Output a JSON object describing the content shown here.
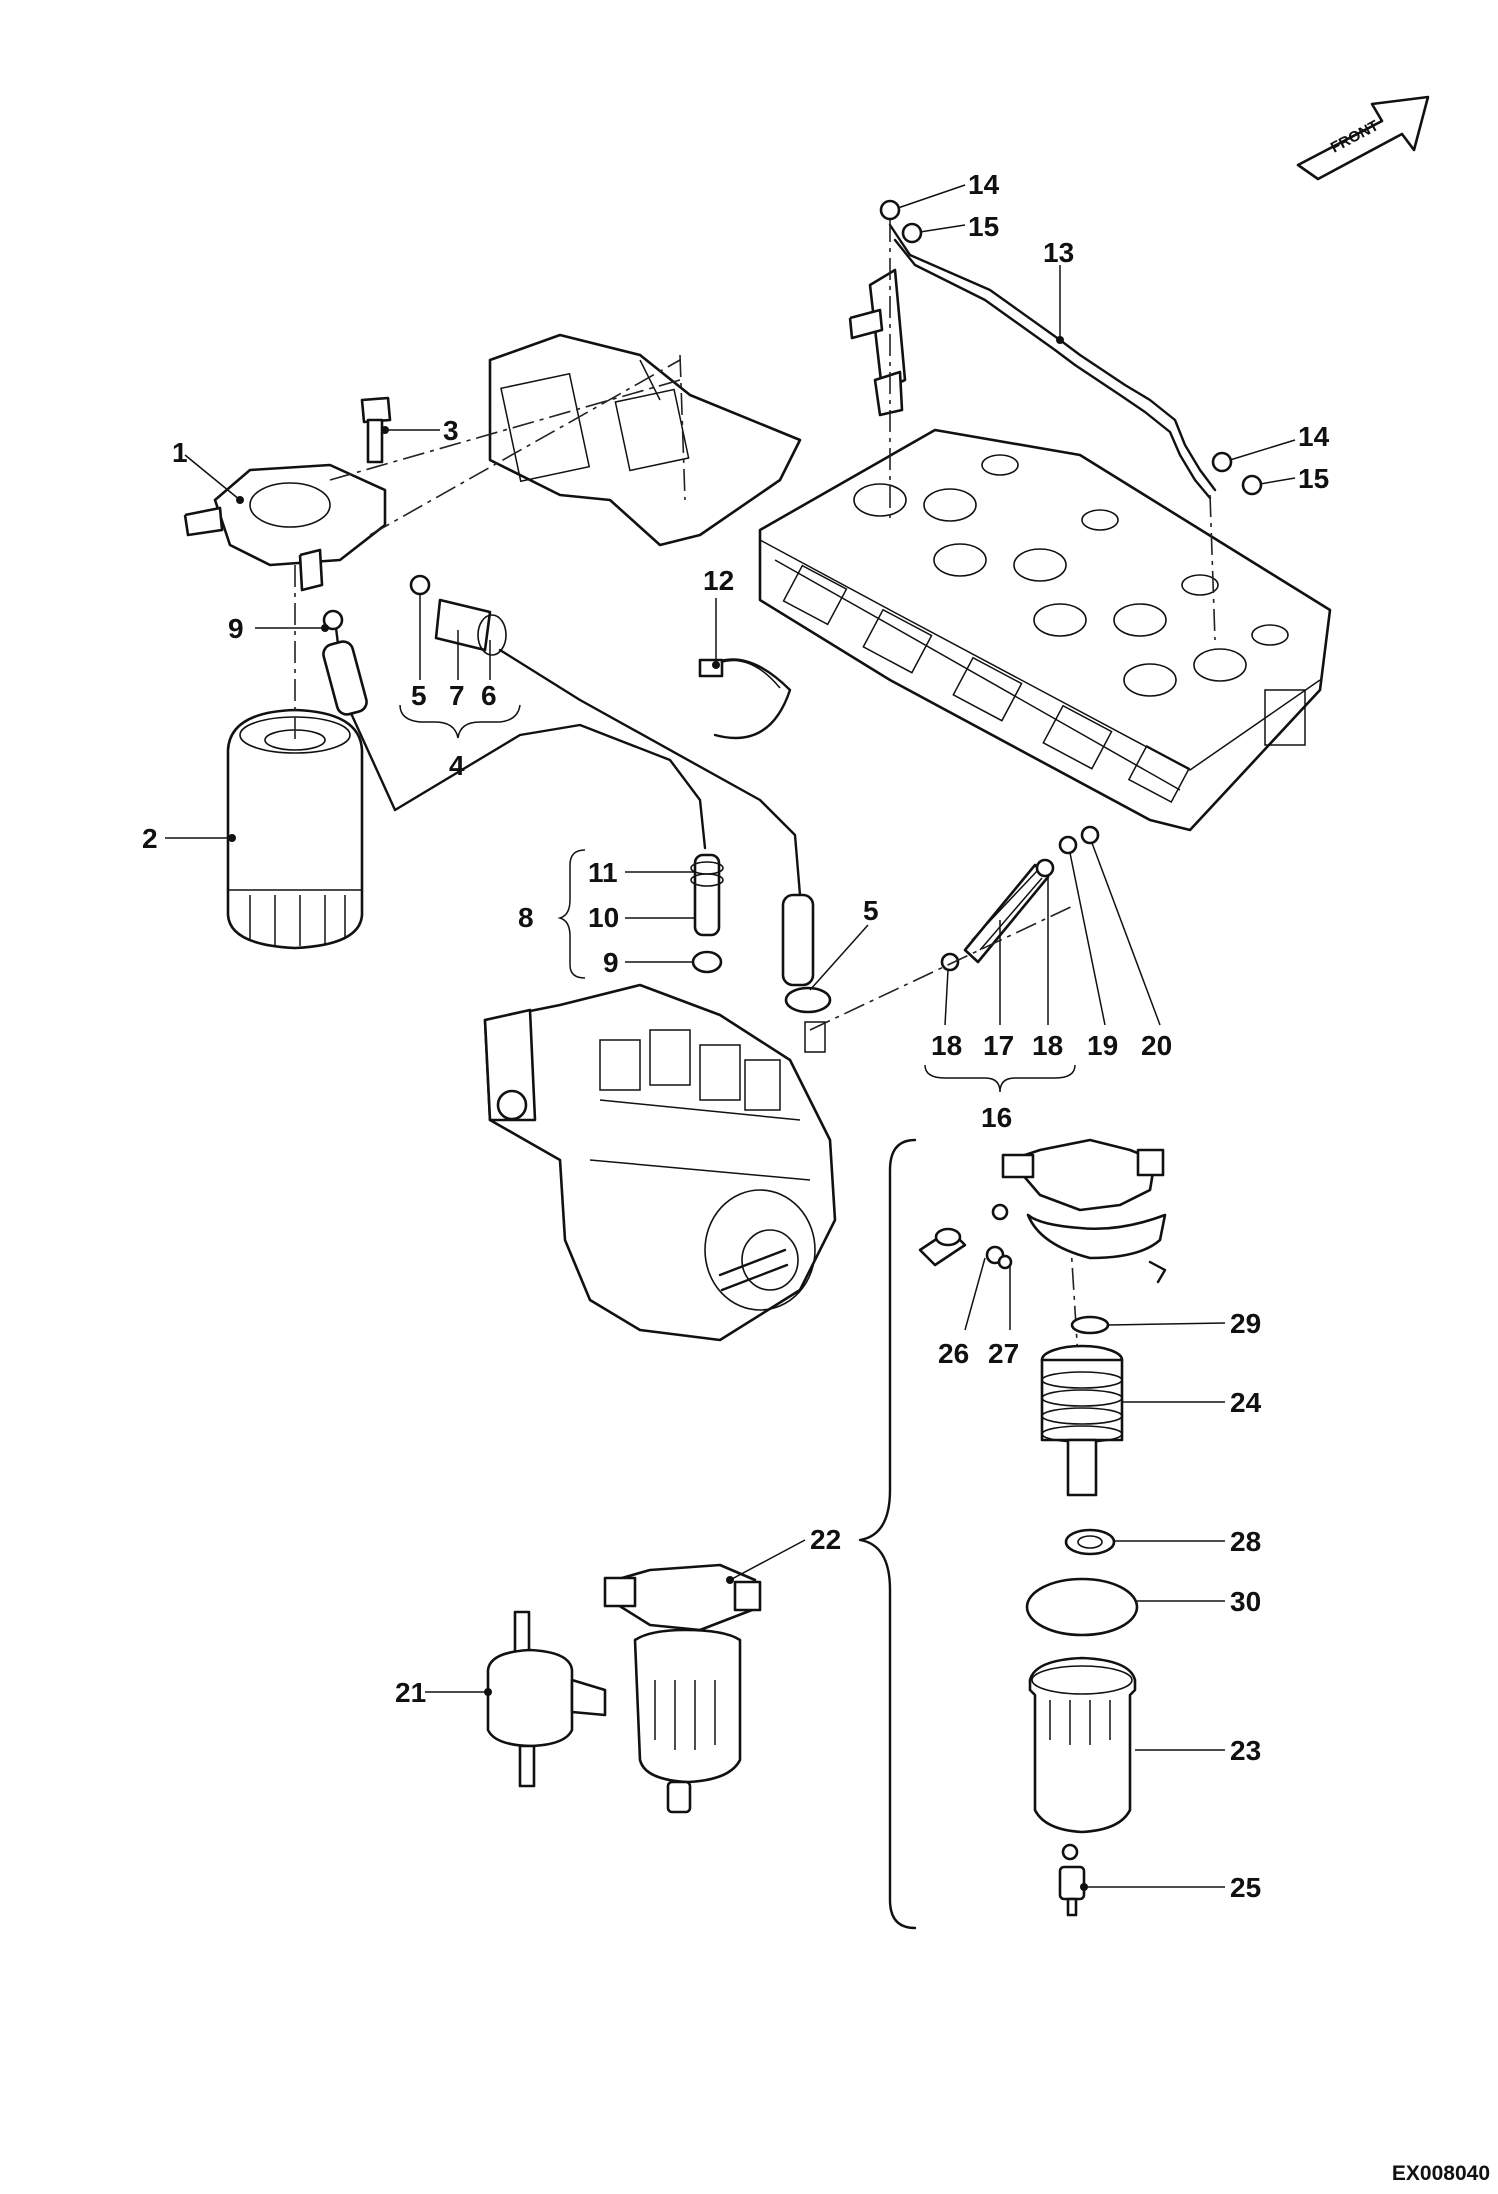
{
  "figure": {
    "direction_label": "FRONT",
    "document_code": "EX008040"
  },
  "callouts": {
    "c1": "1",
    "c2": "2",
    "c3": "3",
    "c4": "4",
    "c5a": "5",
    "c5b": "5",
    "c6": "6",
    "c7": "7",
    "c8": "8",
    "c9a": "9",
    "c9b": "9",
    "c10": "10",
    "c11": "11",
    "c12": "12",
    "c13": "13",
    "c14a": "14",
    "c14b": "14",
    "c15a": "15",
    "c15b": "15",
    "c16": "16",
    "c17": "17",
    "c18a": "18",
    "c18b": "18",
    "c19": "19",
    "c20": "20",
    "c21": "21",
    "c22": "22",
    "c23": "23",
    "c24": "24",
    "c25": "25",
    "c26": "26",
    "c27": "27",
    "c28": "28",
    "c29": "29",
    "c30": "30"
  }
}
